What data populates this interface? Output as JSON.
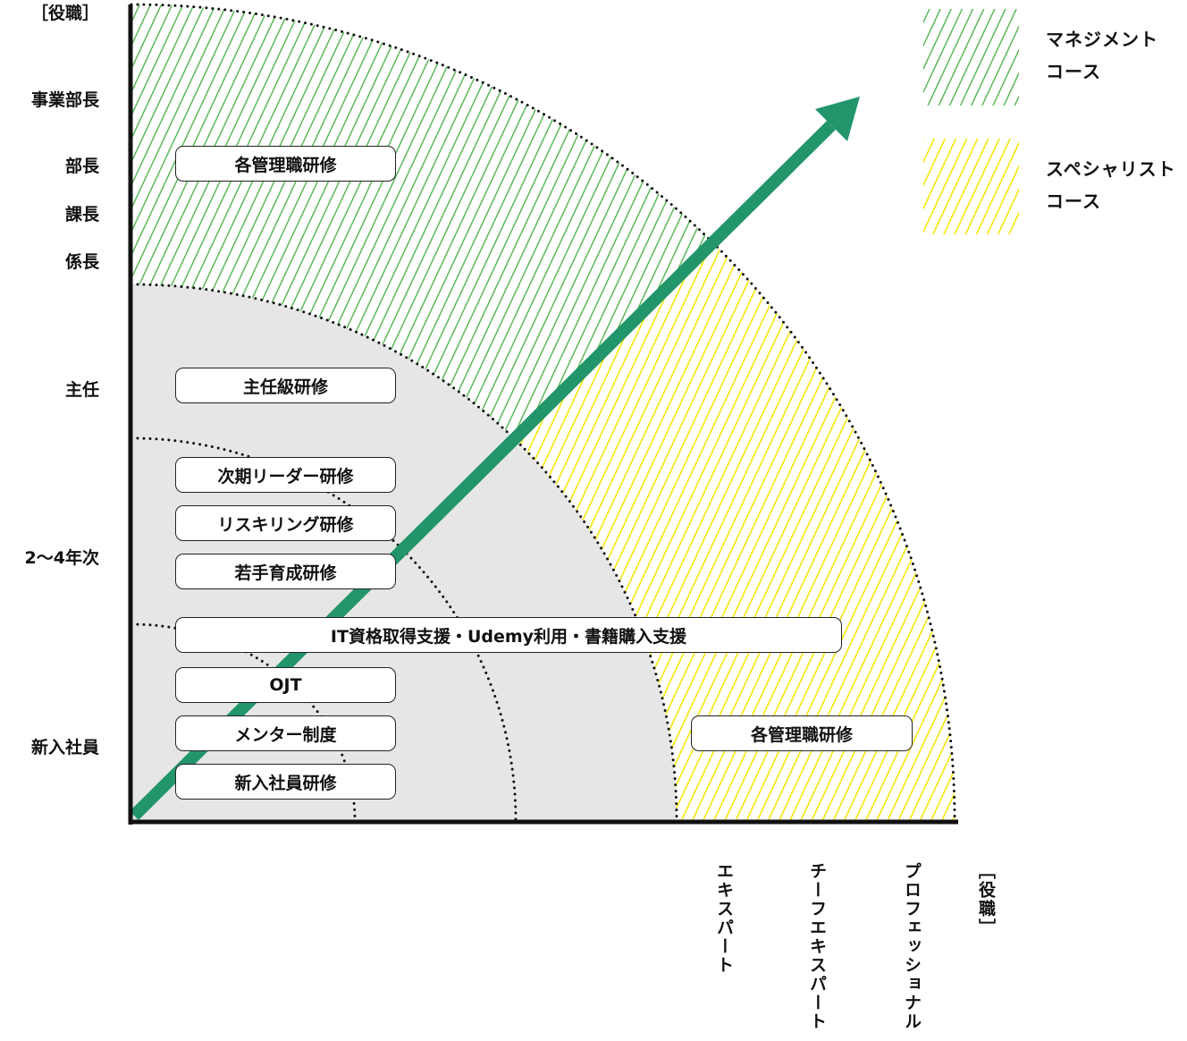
{
  "colors": {
    "management": "#5cb85c",
    "specialist": "#f2e600",
    "arrow": "#22956a",
    "core": "#e6e6e6"
  },
  "y_axis": {
    "title": "［役職］",
    "levels": [
      "事業部長",
      "部長",
      "課長",
      "係長",
      "主任",
      "2～4年次",
      "新入社員"
    ]
  },
  "x_axis": {
    "title": "［役職］",
    "levels": [
      "エキスパート",
      "チーフエキスパート",
      "プロフェッショナル"
    ]
  },
  "legend": [
    {
      "line1": "マネジメント",
      "line2": "コース"
    },
    {
      "line1": "スペシャリスト",
      "line2": "コース"
    }
  ],
  "programs": {
    "mgmt": "各管理職研修",
    "chief": "主任級研修",
    "next_leader": "次期リーダー研修",
    "reskill": "リスキリング研修",
    "young": "若手育成研修",
    "it": "IT資格取得支援・Udemy利用・書籍購入支援",
    "ojt": "OJT",
    "mentor": "メンター制度",
    "new_hire": "新入社員研修",
    "spec_mgmt": "各管理職研修"
  }
}
